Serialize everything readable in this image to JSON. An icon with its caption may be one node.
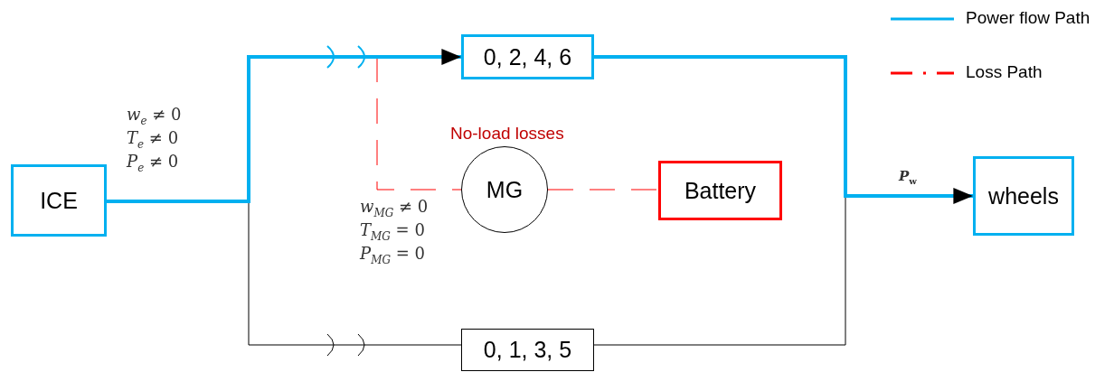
{
  "diagram": {
    "nodes": [
      {
        "text": [
          "ICE"
        ]
      },
      {
        "text": [
          "0, 2, 4, 6"
        ]
      },
      {
        "text": [
          "MG"
        ],
        "beside": [
          "No-load losses"
        ]
      },
      {
        "text": [
          "Battery"
        ]
      },
      {
        "text": [
          "0, 1, 3, 5"
        ]
      },
      {
        "text": [
          "wheels"
        ]
      }
    ],
    "edges": [
      {
        "from": 0,
        "to": 1,
        "arrow": "to",
        "style": "thick",
        "color": "#00b0f0"
      },
      {
        "from": 0,
        "to": 4,
        "arrow": "none",
        "color": "#000000"
      },
      {
        "from": 1,
        "to": 5,
        "arrow": "to",
        "label": "*P*$_{w}$",
        "style": "thick",
        "color": "#00b0f0"
      },
      {
        "from": 4,
        "to": 5,
        "arrow": "none",
        "color": "#000000"
      },
      {
        "from": null,
        "to": 2,
        "arrow": "none",
        "style": "dashed",
        "color": "#ff0000"
      },
      {
        "from": 2,
        "to": 3,
        "arrow": "none",
        "style": "dashed",
        "color": "#ff0000"
      }
    ],
    "labels": [
      "*w*$_{e}$ ≠ 0",
      "*T*$_{e}$ ≠ 0",
      "*P*$_{e}$ ≠ 0",
      "*w*$_{MG}$ ≠ 0",
      "*T*$_{MG}$ = 0",
      "*P*$_{MG}$ = 0"
    ],
    "legend": [
      {
        "text": "Power flow Path"
      },
      {
        "text": "Loss Path"
      }
    ]
  }
}
